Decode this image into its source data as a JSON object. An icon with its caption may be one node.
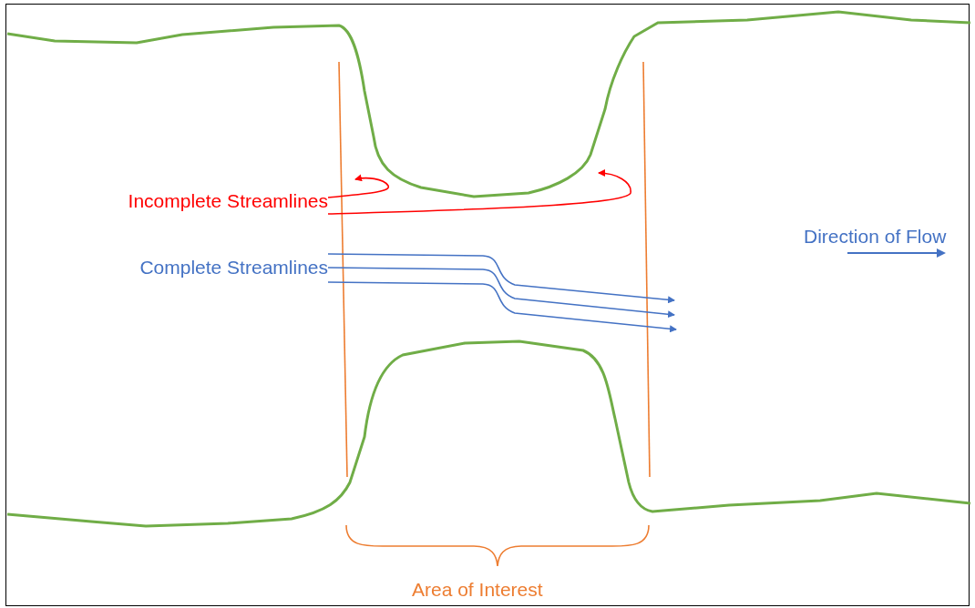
{
  "diagram": {
    "nodes": [
      {
        "text": [
          "Incomplete Streamlines"
        ]
      },
      {
        "text": [
          "Complete Streamlines"
        ]
      }
    ],
    "edges": [
      {
        "from": 0,
        "to": null,
        "arrow": "to",
        "color": "#ff0000"
      },
      {
        "from": 0,
        "to": null,
        "arrow": "to",
        "color": "#ff0000"
      },
      {
        "from": 1,
        "to": null,
        "arrow": "to"
      },
      {
        "from": 1,
        "to": null,
        "arrow": "to"
      },
      {
        "from": 1,
        "to": null,
        "arrow": "to"
      }
    ],
    "labels": [
      "Direction of Flow",
      "Area of Interest"
    ]
  }
}
